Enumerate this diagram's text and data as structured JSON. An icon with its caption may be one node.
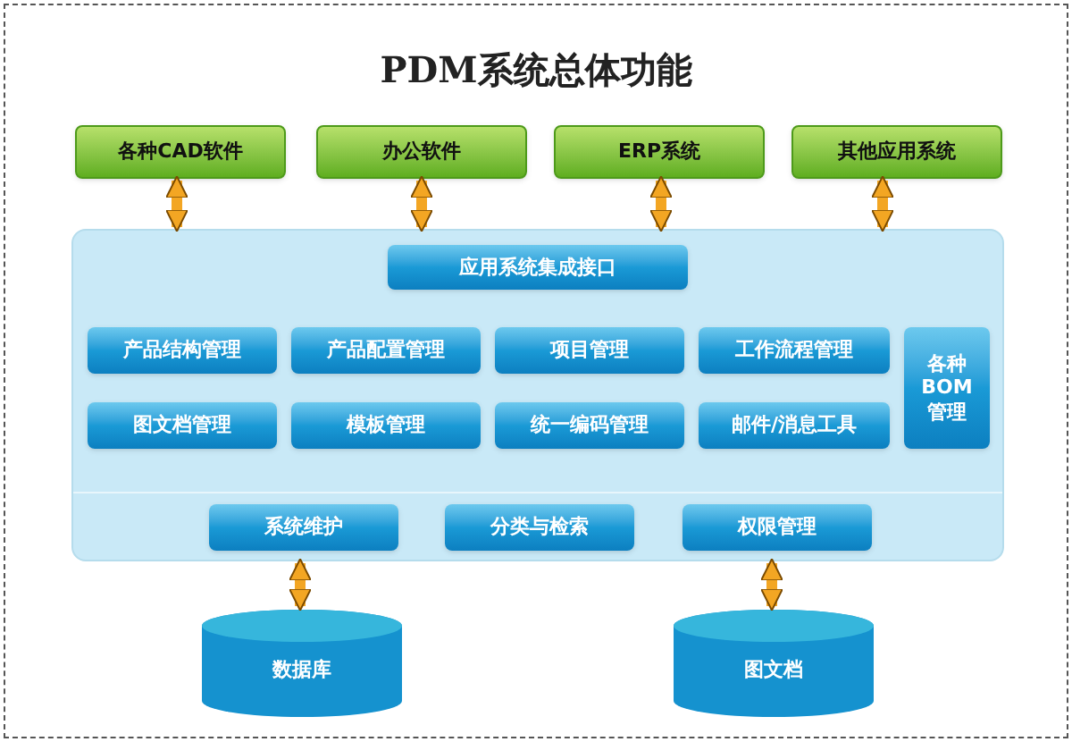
{
  "diagram": {
    "title": "PDM系统总体功能",
    "nodes": [
      {
        "text": [
          "各种CAD软件"
        ]
      },
      {
        "text": [
          "办公软件"
        ]
      },
      {
        "text": [
          "ERP系统"
        ]
      },
      {
        "text": [
          "其他应用系统"
        ]
      },
      {
        "text": [],
        "shape": "box"
      },
      {
        "text": [
          "应用系统集成接口"
        ],
        "in": 4
      },
      {
        "text": [
          "产品结构管理"
        ],
        "in": 4
      },
      {
        "text": [
          "产品配置管理"
        ],
        "in": 4
      },
      {
        "text": [
          "项目管理"
        ],
        "in": 4
      },
      {
        "text": [
          "工作流程管理"
        ],
        "in": 4
      },
      {
        "text": [
          "各种BOM管理"
        ],
        "in": 4
      },
      {
        "text": [
          "图文档管理"
        ],
        "in": 4
      },
      {
        "text": [
          "模板管理"
        ],
        "in": 4
      },
      {
        "text": [
          "统一编码管理"
        ],
        "in": 4
      },
      {
        "text": [
          "邮件/消息工具"
        ],
        "in": 4
      },
      {
        "text": [
          "系统维护"
        ],
        "in": 4
      },
      {
        "text": [
          "分类与检索"
        ],
        "in": 4
      },
      {
        "text": [
          "权限管理"
        ],
        "in": 4
      },
      {
        "text": [
          "数据库"
        ]
      },
      {
        "text": [
          "图文档"
        ]
      }
    ],
    "edges": [
      {
        "from": 0,
        "to": 4,
        "arrow": "both"
      },
      {
        "from": 1,
        "to": 4,
        "arrow": "both"
      },
      {
        "from": 2,
        "to": 4,
        "arrow": "both"
      },
      {
        "from": 3,
        "to": 4,
        "arrow": "both"
      },
      {
        "from": 4,
        "to": 18,
        "arrow": "both"
      },
      {
        "from": 4,
        "to": 19,
        "arrow": "both"
      }
    ]
  }
}
